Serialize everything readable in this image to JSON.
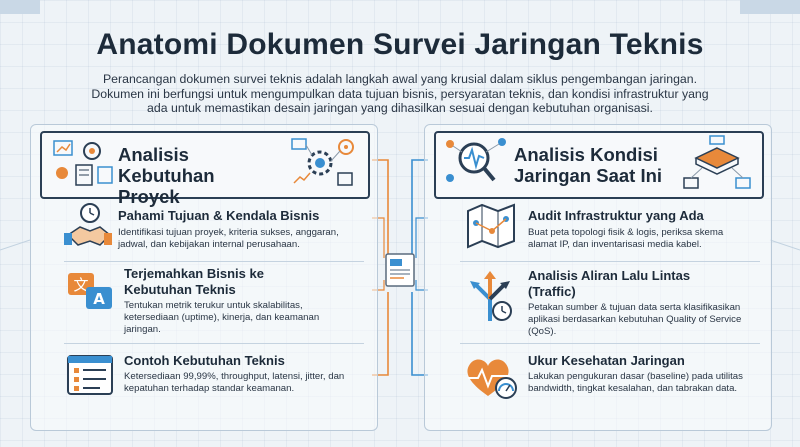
{
  "title": "Anatomi Dokumen Survei Jaringan Teknis",
  "intro": "Perancangan dokumen survei teknis adalah langkah awal yang krusial dalam siklus pengembangan jaringan. Dokumen ini berfungsi untuk mengumpulkan data tujuan bisnis, persyaratan teknis, dan kondisi infrastruktur yang ada untuk memastikan desain jaringan yang dihasilkan sesuai dengan kebutuhan organisasi.",
  "left": {
    "heading": "Analisis Kebutuhan Proyek",
    "items": [
      {
        "title": "Pahami Tujuan & Kendala Bisnis",
        "desc": "Identifikasi tujuan proyek, kriteria sukses, anggaran, jadwal, dan kebijakan internal perusahaan."
      },
      {
        "title": "Terjemahkan Bisnis ke Kebutuhan Teknis",
        "desc": "Tentukan metrik terukur untuk skalabilitas, ketersediaan (uptime), kinerja, dan keamanan jaringan."
      },
      {
        "title": "Contoh Kebutuhan Teknis",
        "desc": "Ketersediaan 99,99%, throughput, latensi, jitter, dan kepatuhan terhadap standar keamanan."
      }
    ]
  },
  "right": {
    "heading": "Analisis Kondisi Jaringan Saat Ini",
    "items": [
      {
        "title": "Audit Infrastruktur yang Ada",
        "desc": "Buat peta topologi fisik & logis, periksa skema alamat IP, dan inventarisasi media kabel."
      },
      {
        "title": "Analisis Aliran Lalu Lintas (Traffic)",
        "desc": "Petakan sumber & tujuan data serta klasifikasikan aplikasi berdasarkan kebutuhan Quality of Service (QoS)."
      },
      {
        "title": "Ukur Kesehatan Jaringan",
        "desc": "Lakukan pengukuran dasar (baseline) pada utilitas bandwidth, tingkat kesalahan, dan tabrakan data."
      }
    ]
  },
  "icons": {
    "translate_glyph_a": "文",
    "translate_glyph_b": "A"
  },
  "colors": {
    "accent_orange": "#e8893a",
    "accent_blue": "#3a8fd0",
    "dark": "#1d2b3a"
  }
}
